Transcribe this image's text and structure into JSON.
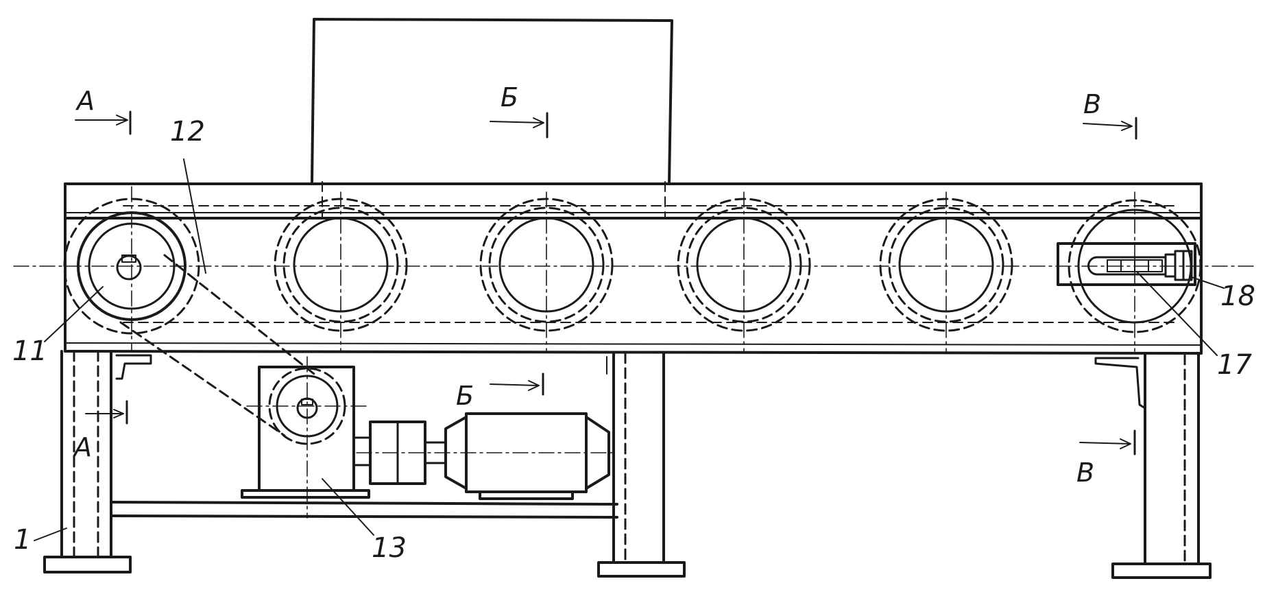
{
  "diagram": {
    "labels": {
      "l1": "1",
      "l11": "11",
      "l12": "12",
      "l13": "13",
      "l17": "17",
      "l18": "18"
    },
    "sections": {
      "A": "A",
      "B": "Б",
      "V": "В"
    }
  },
  "colors": {
    "ink": "#1a1a1a",
    "paper": "#ffffff"
  }
}
